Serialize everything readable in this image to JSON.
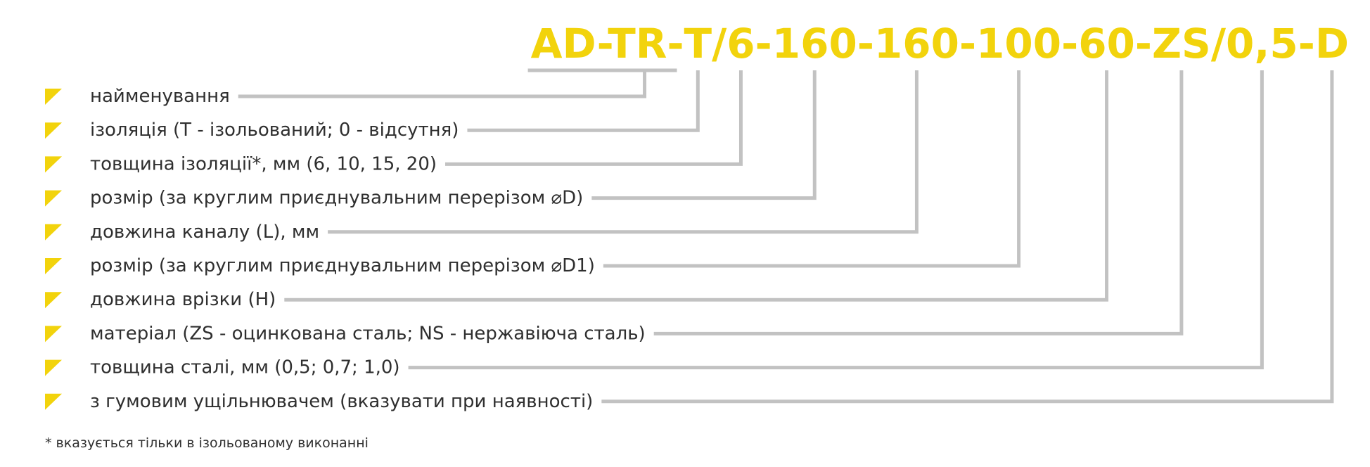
{
  "colors": {
    "accent": "#f2d30c",
    "connector": "#c2c2c2",
    "text": "#2f2f2f"
  },
  "icons": {
    "bullet": "yellow-triangle-bullet-icon"
  },
  "code_segments": [
    "AD-TR-",
    "T",
    "/",
    "6",
    "-",
    "160",
    "-",
    "160",
    "-",
    "100",
    "-",
    "60",
    "-",
    "ZS",
    "/",
    "0,5",
    "-",
    "D"
  ],
  "items": [
    {
      "label": "найменування",
      "target_segment": 0
    },
    {
      "label": "ізоляція (T - ізольований; 0 - відсутня)",
      "target_segment": 1
    },
    {
      "label": "товщина ізоляції*, мм (6, 10, 15, 20)",
      "target_segment": 3
    },
    {
      "label": "розмір (за круглим приєднувальним перерізом ⌀D)",
      "target_segment": 5
    },
    {
      "label": "довжина каналу (L), мм",
      "target_segment": 7
    },
    {
      "label": "розмір (за круглим приєднувальним перерізом ⌀D1)",
      "target_segment": 9
    },
    {
      "label": "довжина врізки (H)",
      "target_segment": 11
    },
    {
      "label": "матеріал (ZS - оцинкована сталь; NS - нержавіюча сталь)",
      "target_segment": 13
    },
    {
      "label": "товщина сталі, мм (0,5; 0,7; 1,0)",
      "target_segment": 15
    },
    {
      "label": "з гумовим ущільнювачем (вказувати при наявності)",
      "target_segment": 17
    }
  ],
  "footnote": "* вказується тільки в ізольованому виконанні"
}
